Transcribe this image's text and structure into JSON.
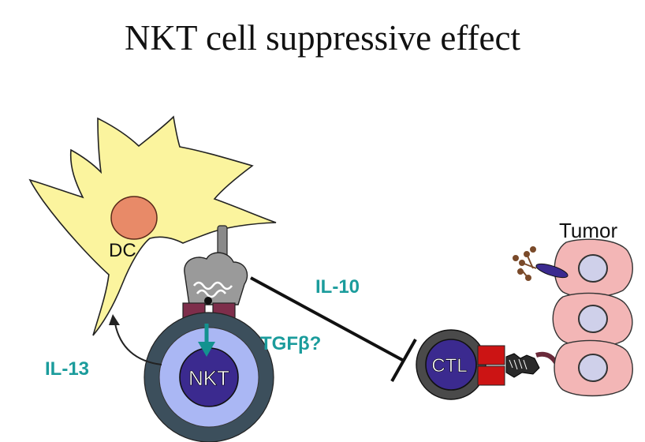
{
  "title": "NKT cell suppressive effect",
  "labels": {
    "dc": "DC",
    "nkt": "NKT",
    "ctl": "CTL",
    "tumor": "Tumor",
    "il10": "IL-10",
    "il13": "IL-13",
    "tgfb": "TGFβ?"
  },
  "colors": {
    "dc_fill": "#fbf49e",
    "dc_nucleus": "#e88a68",
    "cytokine_text": "#1b9c9c",
    "nkt_outer": "#3c4f5c",
    "nkt_ring": "#aab7f4",
    "nkt_core": "#3b2a8f",
    "ctl_outer": "#4a4a4a",
    "ctl_core": "#3b2a8f",
    "tcr": "#7e2e4b",
    "ctl_receptor": "#cc1414",
    "tumor_fill": "#f3b6b6",
    "tumor_nucleus": "#cfd0ea",
    "arrow_teal": "#13928f"
  }
}
